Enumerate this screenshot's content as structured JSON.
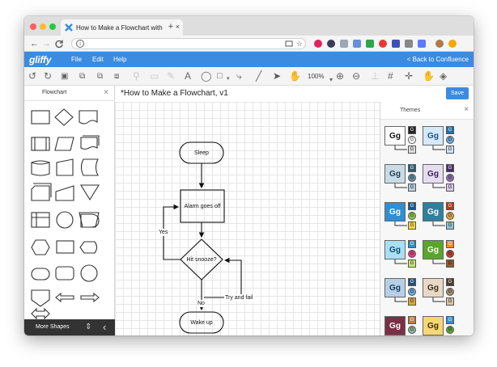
{
  "browser": {
    "tab_title": "How to Make a Flowchart with",
    "tab_close": "×",
    "newtab_label": "+",
    "nav": {
      "back": "←",
      "forward": "→",
      "reload": "C"
    },
    "url_icons": [
      "cast-icon",
      "star-icon"
    ]
  },
  "app": {
    "logo": "gliffy",
    "menu": [
      "File",
      "Edit",
      "Help"
    ],
    "back_link": "< Back to Confluence",
    "zoom": "100%",
    "doc_title": "*How to Make a Flowchart, v1",
    "save_label": "Save",
    "accent": "#3b8be0"
  },
  "left_panel": {
    "title": "Flowchart",
    "close": "×",
    "more_shapes": "More Shapes",
    "collapse_icon": "‹"
  },
  "flowchart": {
    "nodes": {
      "sleep": "Sleep",
      "alarm": "Alarm goes off",
      "snooze": "Hit snooze?",
      "wake": "Wake up"
    },
    "labels": {
      "yes": "Yes",
      "no": "No",
      "try": "Try and fail"
    }
  },
  "right_panel": {
    "title": "Themes",
    "close": "×",
    "theme_text": "Gg",
    "swatch_text": "G",
    "themes": [
      {
        "big": "#ffffff",
        "s1": "#222222",
        "s2": "#ffffff",
        "s3": "#dddddd",
        "fg": "#111111"
      },
      {
        "big": "#d6e9fb",
        "s1": "#1f6fb0",
        "s2": "#6aa9de",
        "s3": "#cfe4f7",
        "fg": "#1f4f80"
      },
      {
        "big": "#c9dbe6",
        "s1": "#2b5d77",
        "s2": "#5d8ba3",
        "s3": "#b5cfdd",
        "fg": "#1f3f52"
      },
      {
        "big": "#e7ddf1",
        "s1": "#4b2a6b",
        "s2": "#8f6ab0",
        "s3": "#d9c8ea",
        "fg": "#3a1f55"
      },
      {
        "big": "#2d8fd8",
        "s1": "#0c5c9b",
        "s2": "#8bc34a",
        "s3": "#fdd835",
        "fg": "#ffffff"
      },
      {
        "big": "#2f7f9f",
        "s1": "#b23a1c",
        "s2": "#e0a43a",
        "s3": "#8fc3d6",
        "fg": "#ffffff"
      },
      {
        "big": "#a9dff3",
        "s1": "#2d8fbf",
        "s2": "#e23d7a",
        "s3": "#c8e86a",
        "fg": "#0d4d6b"
      },
      {
        "big": "#5aa52a",
        "s1": "#f08a24",
        "s2": "#c73a2b",
        "s3": "#8e5a2b",
        "fg": "#ffffff"
      },
      {
        "big": "#b7cfe6",
        "s1": "#1f4f80",
        "s2": "#6aa9de",
        "s3": "#e0a43a",
        "fg": "#15385c"
      },
      {
        "big": "#e8d9c6",
        "s1": "#4f3a2a",
        "s2": "#a78b6e",
        "s3": "#d8c3a5",
        "fg": "#3b2a1d"
      },
      {
        "big": "#7a2f45",
        "s1": "#c27a3a",
        "s2": "#8bb59a",
        "s3": "#e2c88a",
        "fg": "#ffffff"
      },
      {
        "big": "#f7d774",
        "s1": "#2d8fd8",
        "s2": "#5aa52a",
        "s3": "#e57a26",
        "fg": "#3b2a00"
      }
    ]
  }
}
